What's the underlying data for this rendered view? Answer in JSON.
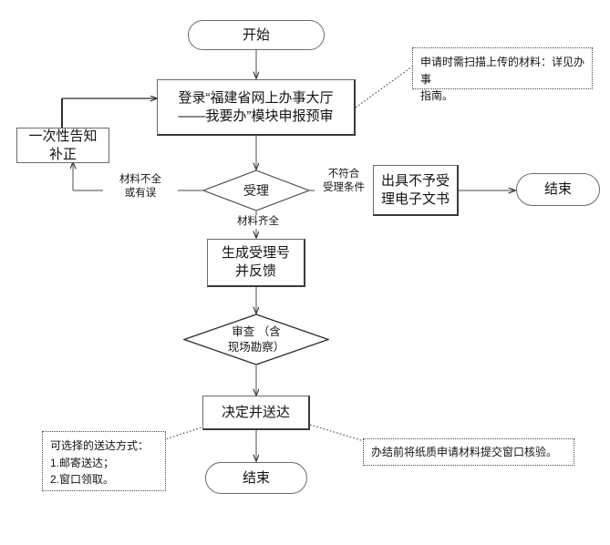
{
  "diagram": {
    "title_text": "",
    "nodes": {
      "start": {
        "label": "开始",
        "shape": "terminal"
      },
      "login": {
        "label": "登录“福建省网上办事大厅\n——我要办”模块申报预审",
        "shape": "process"
      },
      "notify_correction": {
        "label": "一次性告知\n补正",
        "shape": "process"
      },
      "accept_decision": {
        "label": "受理",
        "shape": "decision"
      },
      "reject_doc": {
        "label": "出具不予受\n理电子文书",
        "shape": "process"
      },
      "end_right": {
        "label": "结束",
        "shape": "terminal"
      },
      "generate_number": {
        "label": "生成受理号\n并反馈",
        "shape": "process"
      },
      "review_decision": {
        "label": "审查 （含\n现场勘察）",
        "shape": "decision"
      },
      "decide_deliver": {
        "label": "决定并送达",
        "shape": "process"
      },
      "end_bottom": {
        "label": "结束",
        "shape": "terminal"
      }
    },
    "edge_labels": {
      "materials_incomplete": "材料不全\n或有误",
      "materials_complete": "材料齐全",
      "not_meeting_conditions": "不符合\n受理条件"
    },
    "notes": {
      "upload_note": "申请时需扫描上传的材料：详见办事\n指南。",
      "delivery_note": "可选择的送达方式：\n1.邮寄送达；\n2.窗口领取。",
      "paper_note": "办结前将纸质申请材料提交窗口核验。"
    },
    "colors": {
      "stroke": "#6b6b6b",
      "heavy_stroke": "#3a3a3a",
      "text": "#13131a",
      "background": "#ffffff"
    }
  }
}
